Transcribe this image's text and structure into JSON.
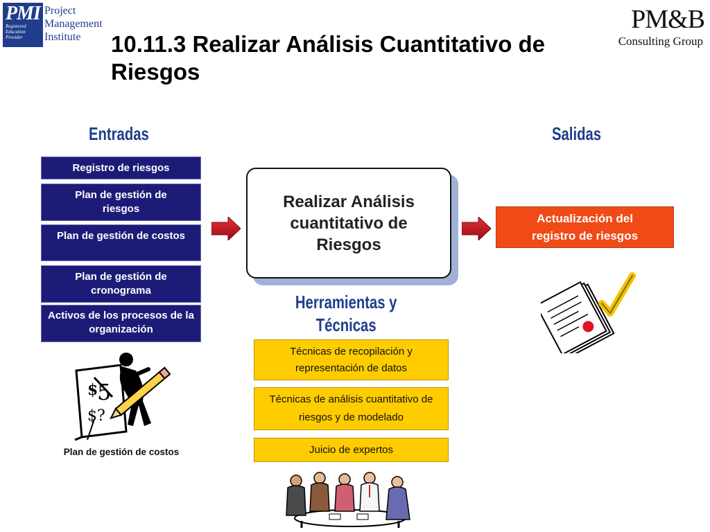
{
  "logos": {
    "pmi_mark": "PMI",
    "pmi_registered": [
      "Registered",
      "Education",
      "Provider"
    ],
    "pmi_text": [
      "Project",
      "Management",
      "Institute"
    ],
    "pmb_main": "PM&B",
    "pmb_sub": "Consulting Group"
  },
  "title": "10.11.3 Realizar Análisis Cuantitativo de Riesgos",
  "inputs": {
    "heading": "Entradas",
    "items": [
      "Registro de riesgos",
      "Plan de gestión de riesgos",
      "Plan de gestión de costos",
      "Plan de gestión de cronograma",
      "Activos de los procesos de la organización"
    ],
    "illustration_caption": "Plan de gestión de costos"
  },
  "process": {
    "label": "Realizar Análisis cuantitativo de Riesgos"
  },
  "outputs": {
    "heading": "Salidas",
    "items": [
      "Actualización del registro de riesgos"
    ]
  },
  "tools": {
    "heading": "Herramientas y Técnicas",
    "items": [
      "Técnicas de recopilación y representación de datos",
      "Técnicas de análisis cuantitativo de riesgos y de modelado",
      "Juicio de expertos"
    ]
  },
  "colors": {
    "input_box": "#1c1c78",
    "output_box": "#f04a16",
    "tool_box": "#ffcc00",
    "heading": "#1f3d8c",
    "arrow": "#c0141e"
  },
  "icons": [
    "planning-figure-icon",
    "documents-checkmark-icon",
    "meeting-people-icon"
  ]
}
